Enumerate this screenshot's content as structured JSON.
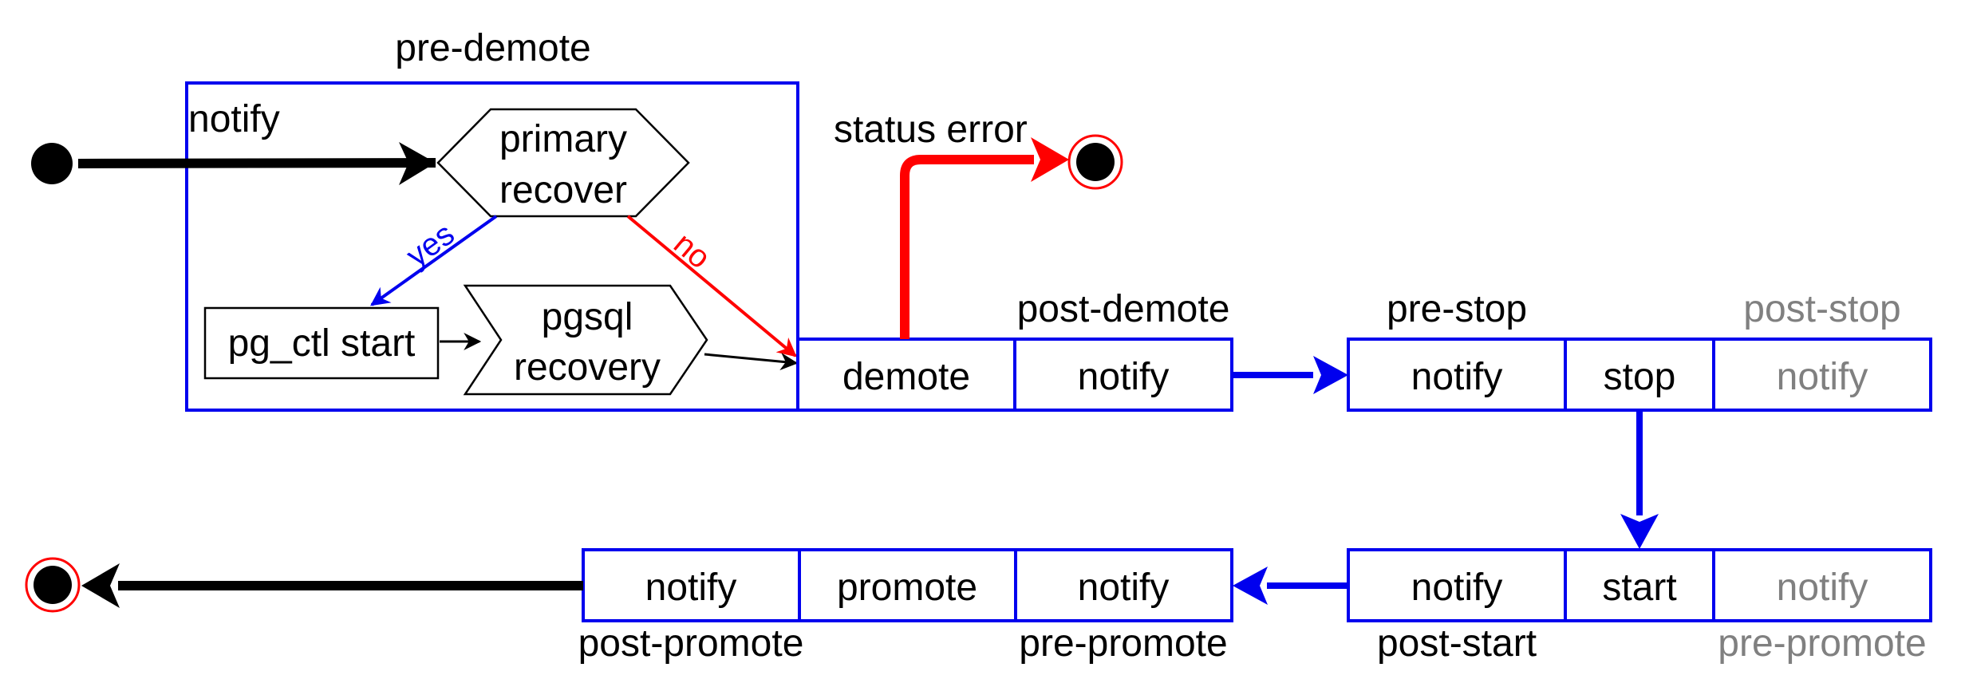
{
  "colors": {
    "accent_blue": "#0000ee",
    "error_red": "#ff0000",
    "text": "#000000",
    "muted_grey": "#808080"
  },
  "pre_demote": {
    "title": "pre-demote",
    "notify_label": "notify",
    "decision": {
      "line1": "primary",
      "line2": "recover"
    },
    "yes_label": "yes",
    "no_label": "no",
    "pg_ctl_start": "pg_ctl start",
    "recovery": {
      "line1": "pgsql",
      "line2": "recovery"
    }
  },
  "status_error_label": "status error",
  "demote_group": {
    "demote": "demote",
    "notify": "notify",
    "post_demote_label": "post-demote"
  },
  "stop_group": {
    "pre_stop_label": "pre-stop",
    "post_stop_label": "post-stop",
    "notify_left": "notify",
    "stop": "stop",
    "notify_right": "notify"
  },
  "start_group": {
    "notify_left": "notify",
    "start": "start",
    "notify_right": "notify",
    "post_start_label": "post-start",
    "pre_promote_label": "pre-promote"
  },
  "promote_group": {
    "notify_left": "notify",
    "promote": "promote",
    "notify_right": "notify",
    "post_promote_label": "post-promote",
    "pre_promote_label": "pre-promote"
  }
}
